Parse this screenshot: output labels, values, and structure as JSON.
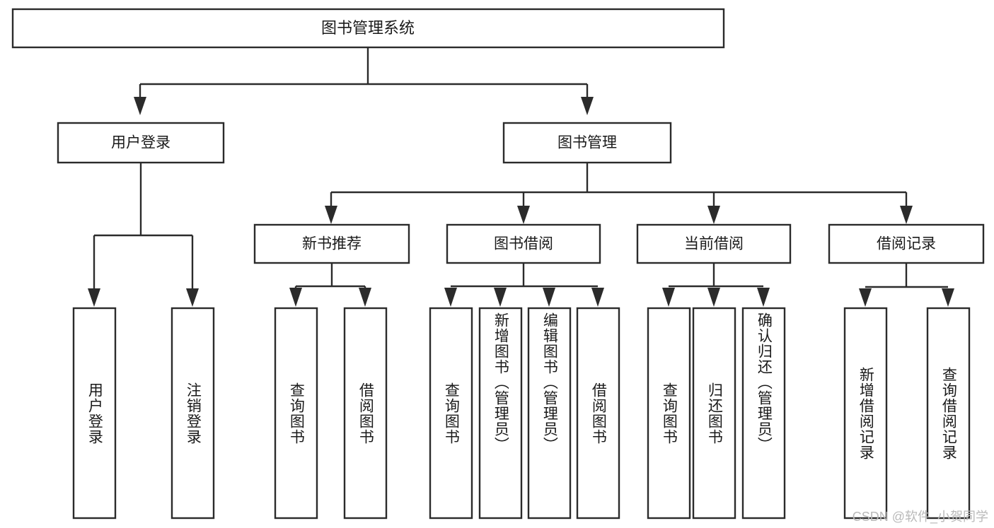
{
  "diagram": {
    "type": "tree-hierarchy-chart",
    "title_node": {
      "id": "root",
      "label": "图书管理系统"
    },
    "level1": [
      {
        "id": "user-login",
        "label": "用户登录"
      },
      {
        "id": "book-management",
        "label": "图书管理"
      }
    ],
    "level2": [
      {
        "id": "new-book-recommend",
        "label": "新书推荐",
        "parent": "book-management"
      },
      {
        "id": "book-borrow",
        "label": "图书借阅",
        "parent": "book-management"
      },
      {
        "id": "current-borrow",
        "label": "当前借阅",
        "parent": "book-management"
      },
      {
        "id": "borrow-record",
        "label": "借阅记录",
        "parent": "book-management"
      }
    ],
    "leaves": {
      "user-login": [
        {
          "id": "leaf-user-login",
          "label": "用户登录"
        },
        {
          "id": "leaf-logout-login",
          "label": "注销登录"
        }
      ],
      "new-book-recommend": [
        {
          "id": "leaf-query-book-1",
          "label": "查询图书"
        },
        {
          "id": "leaf-borrow-book-1",
          "label": "借阅图书"
        }
      ],
      "book-borrow": [
        {
          "id": "leaf-query-book-2",
          "label": "查询图书"
        },
        {
          "id": "leaf-add-book",
          "label": "新增图书（管理员）"
        },
        {
          "id": "leaf-edit-book",
          "label": "编辑图书（管理员）"
        },
        {
          "id": "leaf-borrow-book-2",
          "label": "借阅图书"
        }
      ],
      "current-borrow": [
        {
          "id": "leaf-query-book-3",
          "label": "查询图书"
        },
        {
          "id": "leaf-return-book",
          "label": "归还图书"
        },
        {
          "id": "leaf-confirm-return",
          "label": "确认归还（管理员）"
        }
      ],
      "borrow-record": [
        {
          "id": "leaf-add-record",
          "label": "新增借阅记录"
        },
        {
          "id": "leaf-query-record",
          "label": "查询借阅记录"
        }
      ]
    },
    "colors": {
      "box_fill": "#ffffff",
      "box_stroke": "#2b2b2b",
      "connector": "#2b2b2b",
      "text": "#1a1a1a",
      "background": "#ffffff",
      "watermark": "#b9b9b9"
    }
  },
  "watermark": {
    "text": "CSDN @软件_小贺同学"
  }
}
